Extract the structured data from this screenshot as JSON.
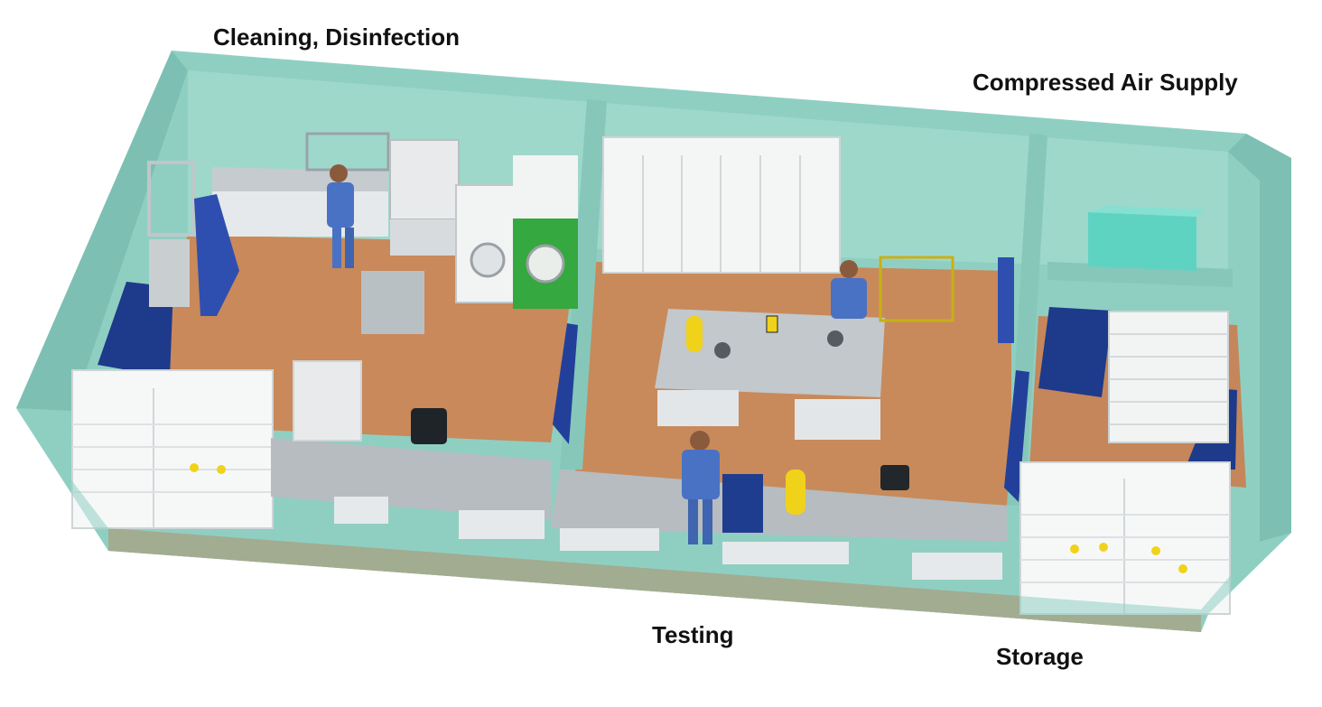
{
  "zones": {
    "cleaning": {
      "label": "Cleaning, Disinfection"
    },
    "compressed_air": {
      "label": "Compressed Air Supply"
    },
    "testing": {
      "label": "Testing"
    },
    "storage": {
      "label": "Storage"
    }
  },
  "colors": {
    "wall": "#8fcfc2",
    "wall_dark": "#6fb3a6",
    "floor": "#c9895a",
    "door": "#1e3a8a",
    "cabinet": "#f4f6f6",
    "counter": "#b9bfc2",
    "staff_uniform": "#4a72c4",
    "washer_green": "#35a83f",
    "compressor_teal": "#5fd3c2",
    "cylinder_yellow": "#f0d21a"
  }
}
